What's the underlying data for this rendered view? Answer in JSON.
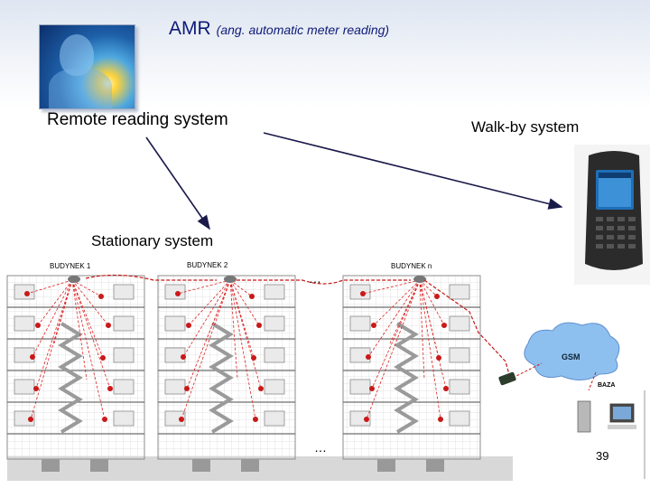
{
  "title": {
    "main": "AMR",
    "sub": "(ang. automatic meter reading)"
  },
  "labels": {
    "remote": "Remote reading system",
    "walk_by": "Walk-by system",
    "stationary": "Stationary system"
  },
  "buildings": [
    {
      "name": "BUDYNEK 1"
    },
    {
      "name": "BUDYNEK 2"
    },
    {
      "name": "BUDYNEK n"
    }
  ],
  "ellipsis": "…",
  "network": {
    "gsm": "GSM",
    "base": "BAZA"
  },
  "page_number": "39",
  "colors": {
    "title": "#0d1a78",
    "signal": "#cc1111",
    "arrow": "#1a1a4a",
    "cloud": "#7fb2ea"
  }
}
